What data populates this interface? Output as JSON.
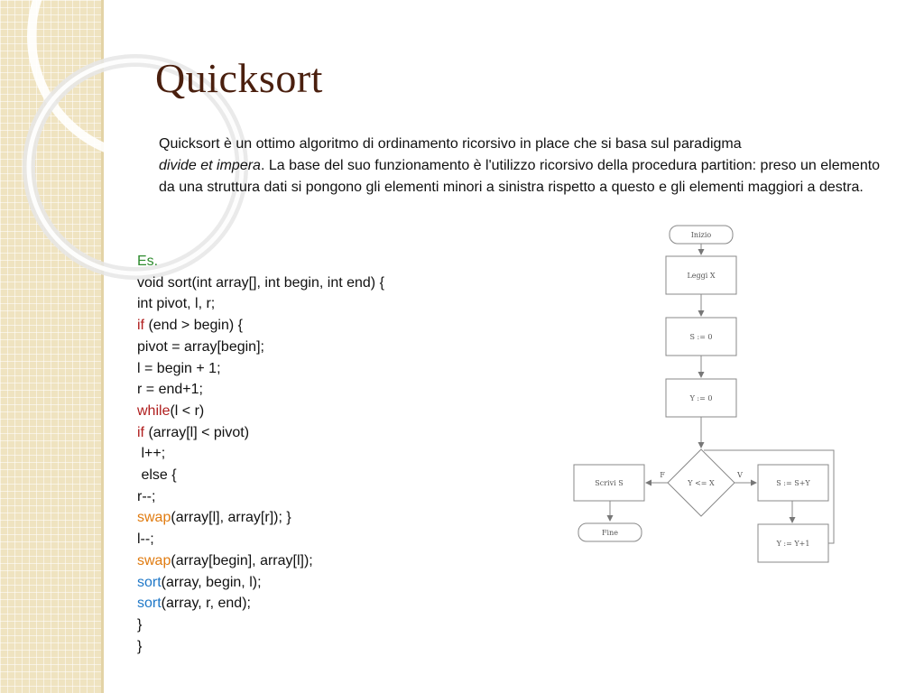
{
  "slide": {
    "title": "Quicksort",
    "intro": {
      "part1": "Quicksort è un ottimo algoritmo di ordinamento ricorsivo in place che si basa sul paradigma",
      "italic": "divide et impera",
      "part2": ". La base del suo funzionamento è l'utilizzo ricorsivo della procedura partition: preso un elemento da una struttura dati si pongono gli elementi minori a sinistra rispetto a questo e gli elementi maggiori a destra."
    },
    "code": {
      "label": "Es.",
      "l1": "void sort(int array[], int begin, int end) {",
      "l2": "int pivot, l, r;",
      "l3_kw": "if",
      "l3_rest": " (end > begin) {",
      "l4": "pivot = array[begin];",
      "l5": "l = begin + 1;",
      "l6": "r = end+1;",
      "l7_kw": "while",
      "l7_rest": "(l < r)",
      "l8_kw": "if",
      "l8_rest": " (array[l] < pivot)",
      "l9": " l++;",
      "l10": " else {",
      "l11": "r--;",
      "l12_kw": "swap",
      "l12_rest": "(array[l], array[r]); }",
      "l13": "l--;",
      "l14_kw": "swap",
      "l14_rest": "(array[begin], array[l]);",
      "l15_kw": "sort",
      "l15_rest": "(array, begin, l);",
      "l16_kw": "sort",
      "l16_rest": "(array, r, end);",
      "l17": "}",
      "l18": "}"
    },
    "flowchart": {
      "start": "Inizio",
      "read": "Leggi X",
      "s_init": "S := 0",
      "y_init": "Y := 0",
      "cond": "Y <= X",
      "false_label": "F",
      "true_label": "V",
      "write": "Scrivi S",
      "end": "Fine",
      "s_update": "S := S+Y",
      "y_update": "Y := Y+1"
    },
    "colors": {
      "title": "#4a1f0e",
      "keyword_green": "#2e8b2e",
      "keyword_red": "#b01e1e",
      "keyword_orange": "#e07b10",
      "keyword_blue": "#1f78c8",
      "side_band": "#efe3c0"
    }
  }
}
